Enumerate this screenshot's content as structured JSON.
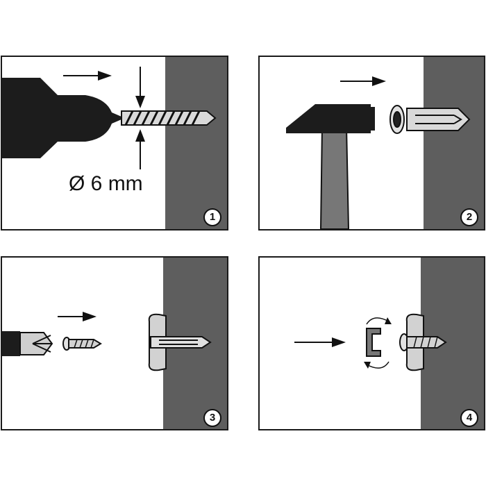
{
  "steps": [
    {
      "number": "1",
      "drill_diameter": "Ø 6 mm"
    },
    {
      "number": "2"
    },
    {
      "number": "3"
    },
    {
      "number": "4"
    }
  ]
}
